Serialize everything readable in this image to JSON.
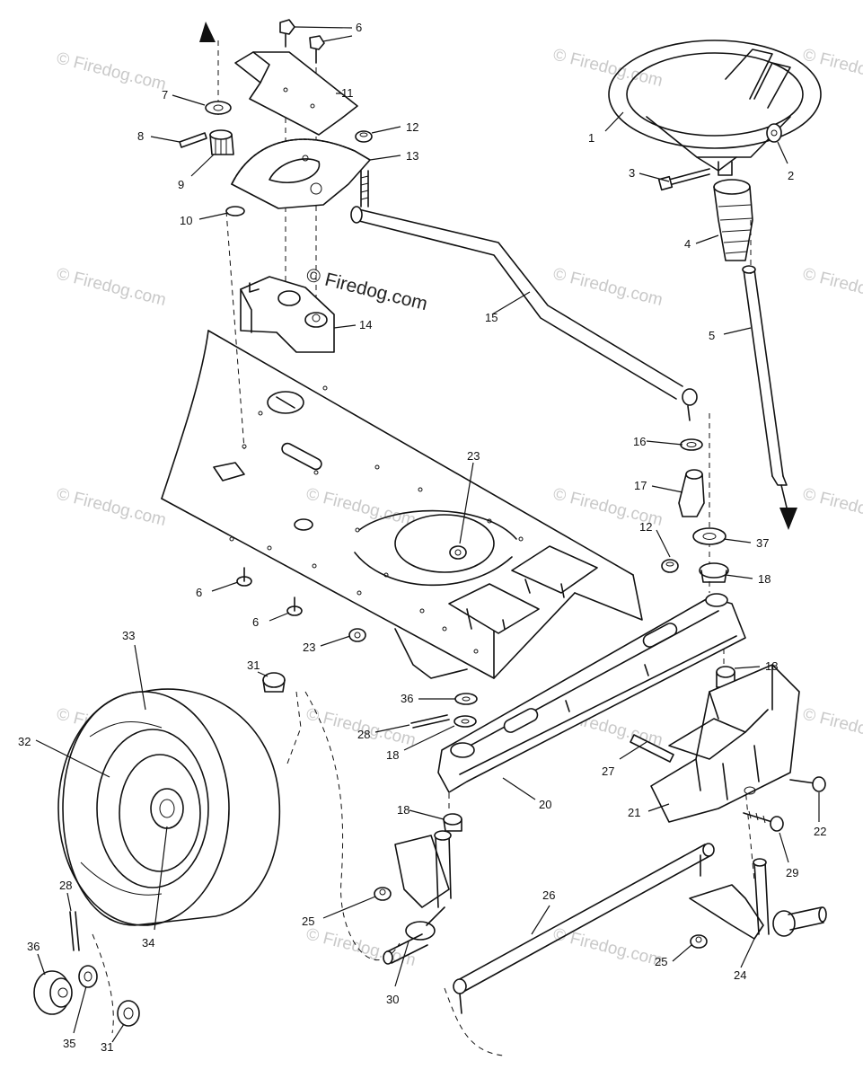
{
  "watermark": {
    "text": "© Firedog.com",
    "center_text": "© Firedog.com"
  },
  "callouts": [
    "1",
    "2",
    "3",
    "4",
    "5",
    "6",
    "6",
    "7",
    "8",
    "9",
    "10",
    "11",
    "12",
    "12",
    "13",
    "14",
    "15",
    "16",
    "17",
    "18",
    "18",
    "18",
    "18",
    "20",
    "21",
    "22",
    "23",
    "23",
    "24",
    "25",
    "25",
    "26",
    "27",
    "28",
    "28",
    "29",
    "30",
    "31",
    "31",
    "32",
    "33",
    "34",
    "35",
    "36",
    "36",
    "37",
    "6"
  ],
  "parts": {
    "steering_wheel": "1",
    "nut": "2",
    "bolt": "3",
    "steering_boot": "4",
    "steering_shaft": "5",
    "screw": "6",
    "washer": "7",
    "pin": "8",
    "pinion_gear": "9",
    "retaining_ring": "10",
    "gear_cover": "11",
    "locknut": "12",
    "sector_gear": "13",
    "steering_bracket": "14",
    "drag_link": "15",
    "washer_16": "16",
    "ball_joint": "17",
    "bushing": "18",
    "front_axle": "20",
    "axle_bracket": "21",
    "bolt_22": "22",
    "nut_23": "23",
    "spindle_right": "24",
    "nut_25": "25",
    "tie_rod": "26",
    "pivot_pin": "27",
    "cotter_pin": "28",
    "bolt_29": "29",
    "spindle_left": "30",
    "hub_cap": "31",
    "rim": "32",
    "tire": "33",
    "valve": "34",
    "washer_35": "35",
    "bearing": "36",
    "spacer": "37"
  }
}
